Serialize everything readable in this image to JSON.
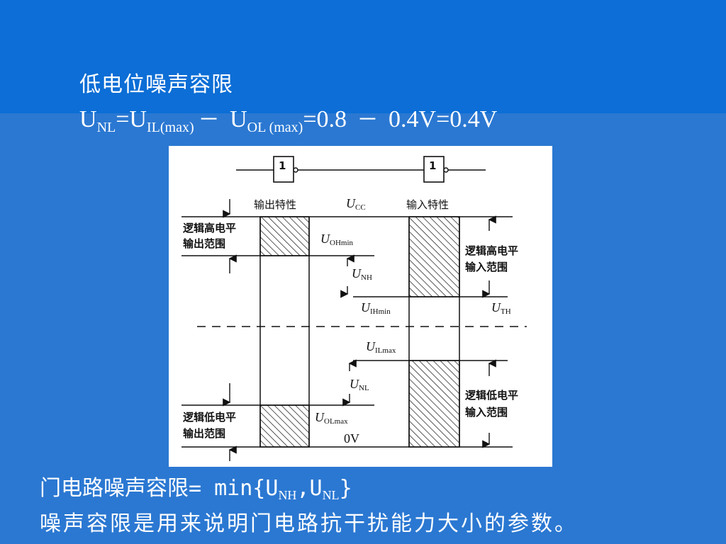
{
  "slide": {
    "heading": "低电位噪声容限",
    "formula": {
      "u1": "U",
      "u1_sub": "NL",
      "eq1": "=U",
      "u2_sub": "IL(max)",
      "minus1": "－",
      "u3": " U",
      "u3_sub": "OL (max)",
      "value1": "=0.8 ",
      "minus2": "－",
      "value2": " 0.4V=0.4V"
    },
    "noise_line": {
      "text": "门电路噪声容限= min{U",
      "sub1": "NH",
      "comma": ",U",
      "sub2": "NL",
      "close": "}"
    },
    "description": "噪声容限是用来说明门电路抗干扰能力大小的参数。",
    "colors": {
      "background": "#2b78d2",
      "top_band": "#0c6ed6",
      "text": "#ffffff"
    }
  },
  "diagram": {
    "gate_label_left": "1",
    "gate_label_right": "1",
    "output_char": "输出特性",
    "input_char": "输入特性",
    "ucc": {
      "main": "U",
      "sub": "CC"
    },
    "left_high_line1": "逻辑高电平",
    "left_high_line2": "输出范围",
    "left_low_line1": "逻辑低电平",
    "left_low_line2": "输出范围",
    "right_high_line1": "逻辑高电平",
    "right_high_line2": "输入范围",
    "right_low_line1": "逻辑低电平",
    "right_low_line2": "输入范围",
    "u_ohmin": {
      "main": "U",
      "sub": "OHmin"
    },
    "u_nh": {
      "main": "U",
      "sub": "NH"
    },
    "u_ihmin": {
      "main": "U",
      "sub": "IHmin"
    },
    "u_th": {
      "main": "U",
      "sub": "TH"
    },
    "u_ilmax": {
      "main": "U",
      "sub": "ILmax"
    },
    "u_nl": {
      "main": "U",
      "sub": "NL"
    },
    "u_olmax": {
      "main": "U",
      "sub": "OLmax"
    },
    "zero_v": "0V"
  }
}
